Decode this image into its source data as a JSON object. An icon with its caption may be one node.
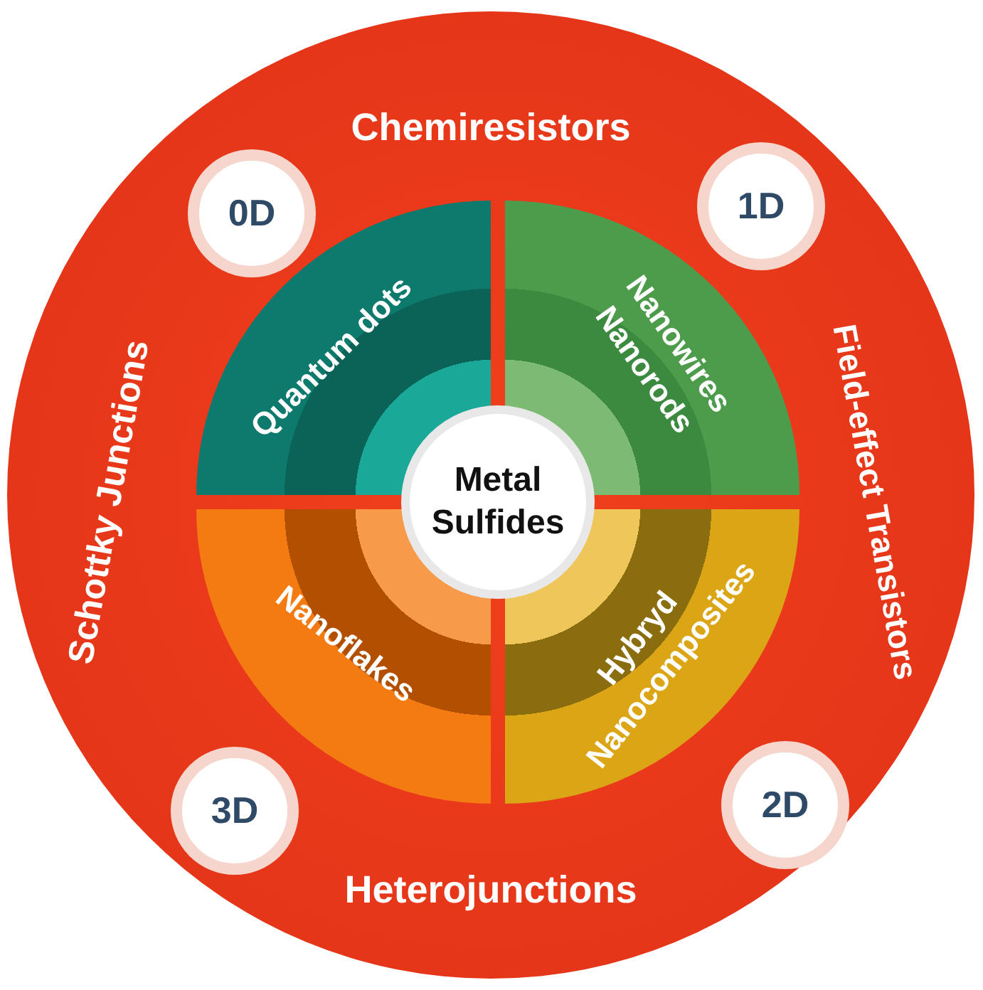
{
  "diagram": {
    "nodes": [
      {
        "text": [
          "Chemiresistors",
          "Field-effect Transistors",
          "Heterojunctions",
          "Schottky Junctions"
        ]
      },
      {
        "text": [
          "0D"
        ],
        "in": 0
      },
      {
        "text": [
          "1D"
        ],
        "in": 0
      },
      {
        "text": [
          "Quantum dots"
        ],
        "in": 0
      },
      {
        "text": [
          "Nanowires",
          "Nanorods"
        ],
        "in": 0
      },
      {
        "text": [
          "Metal Sulfides"
        ],
        "in": 0
      },
      {
        "text": [
          "Nanoflakes"
        ],
        "in": 0
      },
      {
        "text": [
          "Hybryd Nanocomposites"
        ],
        "in": 0
      },
      {
        "text": [
          "3D"
        ],
        "in": 0
      },
      {
        "text": [
          "2D"
        ],
        "in": 0
      }
    ],
    "edges": []
  }
}
